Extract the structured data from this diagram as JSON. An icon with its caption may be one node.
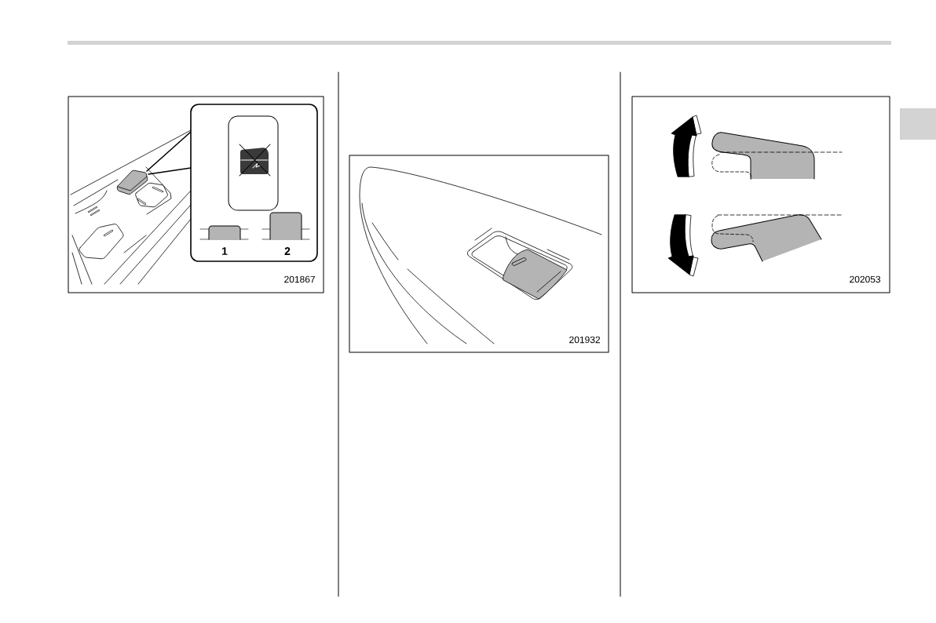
{
  "diagram": {
    "labels": [
      "1",
      "2",
      "201867",
      "201932",
      "202053"
    ]
  }
}
